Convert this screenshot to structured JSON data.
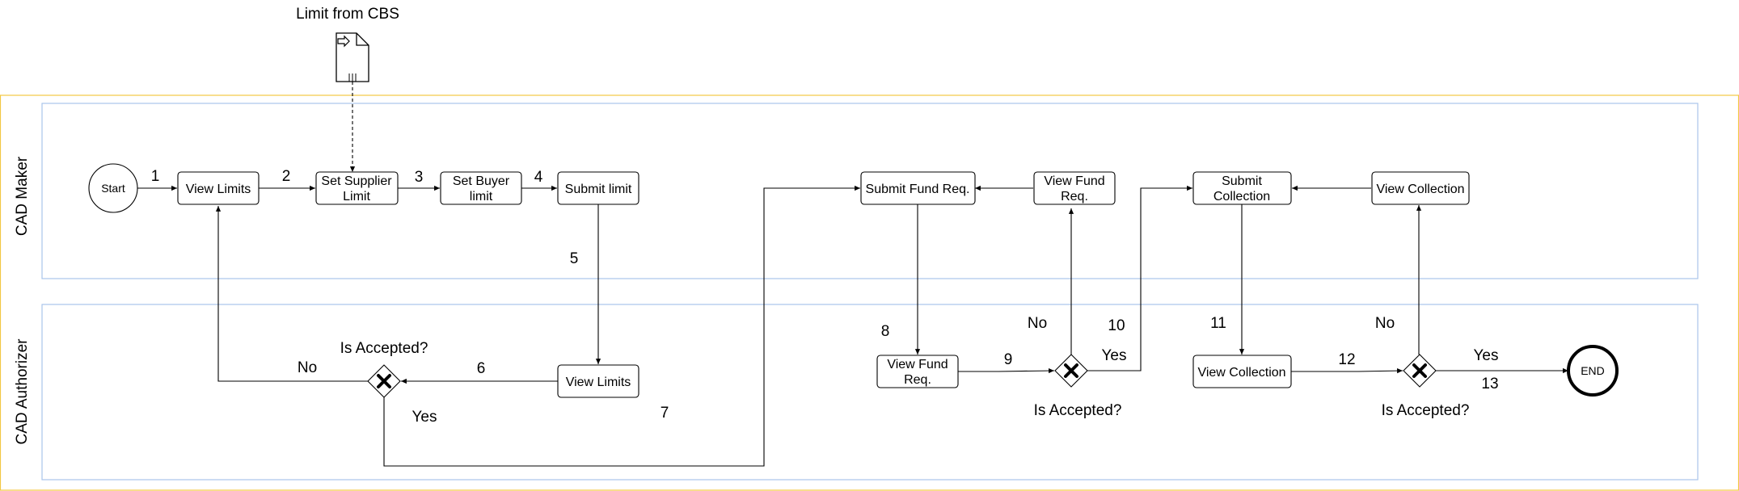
{
  "source_label": "Limit from CBS",
  "lanes": {
    "maker": "CAD Maker",
    "authorizer": "CAD Authorizer"
  },
  "nodes": {
    "start": "Start",
    "end": "END",
    "view_limits_1": "View Limits",
    "set_supplier_limit": [
      "Set Supplier",
      "Limit"
    ],
    "set_buyer_limit": [
      "Set Buyer",
      "limit"
    ],
    "submit_limit": "Submit limit",
    "view_limits_2": "View Limits",
    "submit_fund_req": "Submit Fund Req.",
    "view_fund_req_maker": [
      "View Fund",
      "Req."
    ],
    "view_fund_req_auth": [
      "View Fund",
      "Req."
    ],
    "submit_collection": [
      "Submit",
      "Collection"
    ],
    "view_collection_maker": "View Collection",
    "view_collection_auth": "View Collection"
  },
  "gateways": {
    "g1": "Is Accepted?",
    "g2": "Is Accepted?",
    "g3": "Is Accepted?"
  },
  "branch_labels": {
    "g1_no": "No",
    "g1_yes": "Yes",
    "g2_no": "No",
    "g2_yes": "Yes",
    "g3_no": "No",
    "g3_yes": "Yes"
  },
  "step_numbers": [
    "1",
    "2",
    "3",
    "4",
    "5",
    "6",
    "7",
    "8",
    "9",
    "10",
    "11",
    "12",
    "13"
  ],
  "colors": {
    "pool_border": "#f2c744",
    "lane_border": "#a9c4eb",
    "stroke": "#000000"
  },
  "icons": {
    "document": "data-document-icon",
    "gateway": "exclusive-gateway-icon"
  }
}
